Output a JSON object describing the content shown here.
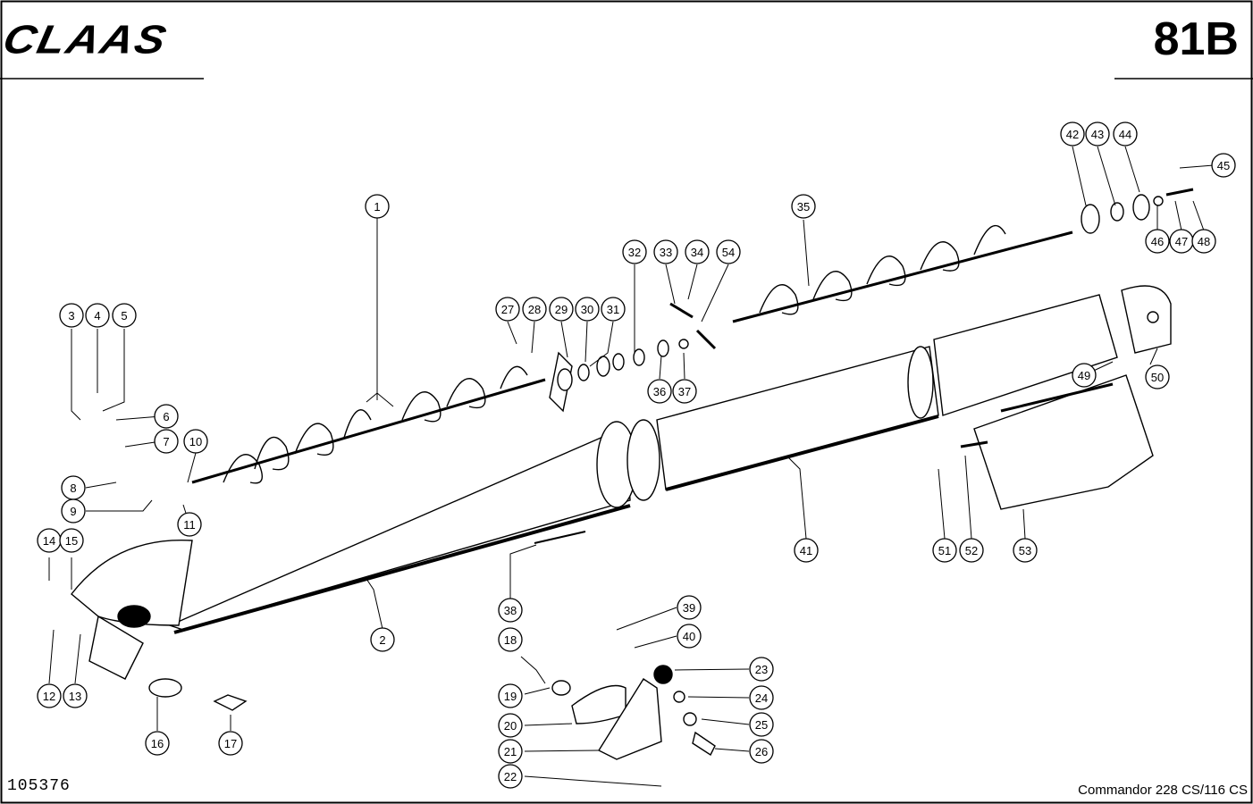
{
  "header": {
    "brand": "CLAAS",
    "page_code": "81B"
  },
  "footer": {
    "drawing_number": "105376",
    "model": "Commandor 228 CS/116 CS"
  },
  "callouts": [
    "1",
    "2",
    "3",
    "4",
    "5",
    "6",
    "7",
    "8",
    "9",
    "10",
    "11",
    "12",
    "13",
    "14",
    "15",
    "16",
    "17",
    "18",
    "19",
    "20",
    "21",
    "22",
    "23",
    "24",
    "25",
    "26",
    "27",
    "28",
    "29",
    "30",
    "31",
    "32",
    "33",
    "34",
    "35",
    "36",
    "37",
    "38",
    "39",
    "40",
    "41",
    "42",
    "43",
    "44",
    "45",
    "46",
    "47",
    "48",
    "49",
    "50",
    "51",
    "52",
    "53",
    "54"
  ]
}
